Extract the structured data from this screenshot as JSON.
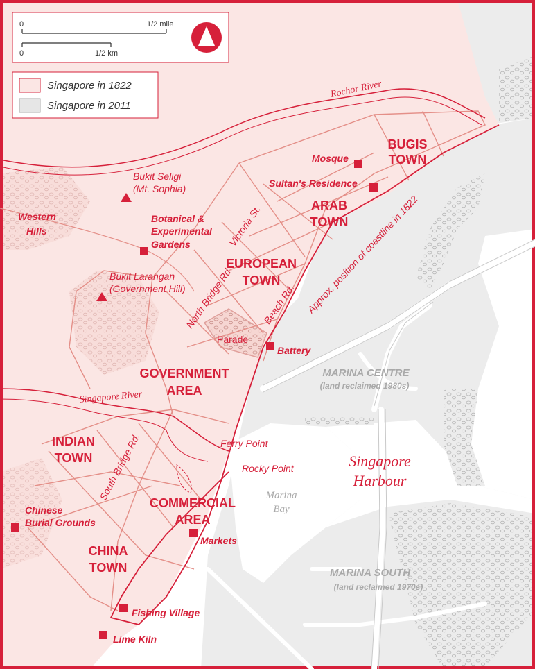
{
  "colors": {
    "accent": "#d6203a",
    "land_1822": "#fbe6e4",
    "land_2011": "#ececec",
    "road_2011": "#ffffff",
    "outline": "#e0a09c"
  },
  "scale": {
    "mile_start": "0",
    "mile_end": "1/2 mile",
    "km_start": "0",
    "km_end": "1/2 km"
  },
  "north_icon": "north-arrow-triangle",
  "legend": {
    "items": [
      {
        "label": "Singapore in 1822",
        "color": "#fbe6e4"
      },
      {
        "label": "Singapore in 2011",
        "color": "#e6e6e6"
      }
    ]
  },
  "rivers": {
    "rochor": "Rochor River",
    "singapore": "Singapore River"
  },
  "districts": {
    "bugis_1": "BUGIS",
    "bugis_2": "TOWN",
    "arab_1": "ARAB",
    "arab_2": "TOWN",
    "european_1": "EUROPEAN",
    "european_2": "TOWN",
    "government_1": "GOVERNMENT",
    "government_2": "AREA",
    "indian_1": "INDIAN",
    "indian_2": "TOWN",
    "commercial_1": "COMMERCIAL",
    "commercial_2": "AREA",
    "china_1": "CHINA",
    "china_2": "TOWN"
  },
  "landmarks": {
    "mosque": "Mosque",
    "sultans": "Sultan's Residence",
    "botanical_1": "Botanical &",
    "botanical_2": "Experimental",
    "botanical_3": "Gardens",
    "battery": "Battery",
    "chinese_1": "Chinese",
    "chinese_2": "Burial Grounds",
    "markets": "Markets",
    "fishing": "Fishing Village",
    "lime": "Lime Kiln"
  },
  "hills": {
    "seligi_1": "Bukit Seligi",
    "seligi_2": "(Mt. Sophia)",
    "larangan_1": "Bukit Larangan",
    "larangan_2": "(Government Hill)",
    "western_1": "Western",
    "western_2": "Hills"
  },
  "roads": {
    "victoria": "Victoria St.",
    "north_bridge": "North Bridge Rd.",
    "beach": "Beach Rd.",
    "south_bridge": "South Bridge Rd."
  },
  "places": {
    "parade": "Parade",
    "ferry": "Ferry Point",
    "rocky": "Rocky Point",
    "marina_bay_1": "Marina",
    "marina_bay_2": "Bay"
  },
  "coastline": "Approx. position of coastline in 1822",
  "modern": {
    "marina_centre": "MARINA CENTRE",
    "marina_centre_note": "(land reclaimed 1980s)",
    "marina_south": "MARINA SOUTH",
    "marina_south_note": "(land reclaimed 1970s)"
  },
  "water": {
    "harbour_1": "Singapore",
    "harbour_2": "Harbour"
  }
}
